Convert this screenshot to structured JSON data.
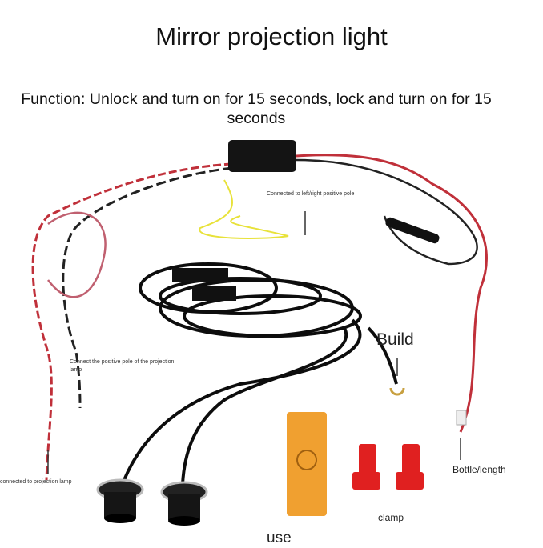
{
  "title": "Mirror projection light",
  "function_text": "Function: Unlock and turn on for 15 seconds, lock and turn on for 15 seconds",
  "labels": {
    "left_right_positive": "Connected to left/right positive pole",
    "projection_positive": "Connect the positive pole of the projection lamp",
    "projection_lamp": "connected to projection lamp",
    "build": "Build",
    "bottle_length": "Bottle/length",
    "clamp": "clamp",
    "use": "use"
  },
  "colors": {
    "wire_red": "#c0303a",
    "wire_black": "#111111",
    "yellow_wire": "#e8e23a",
    "box_orange": "#f0a030",
    "clamp_red": "#e02020"
  }
}
